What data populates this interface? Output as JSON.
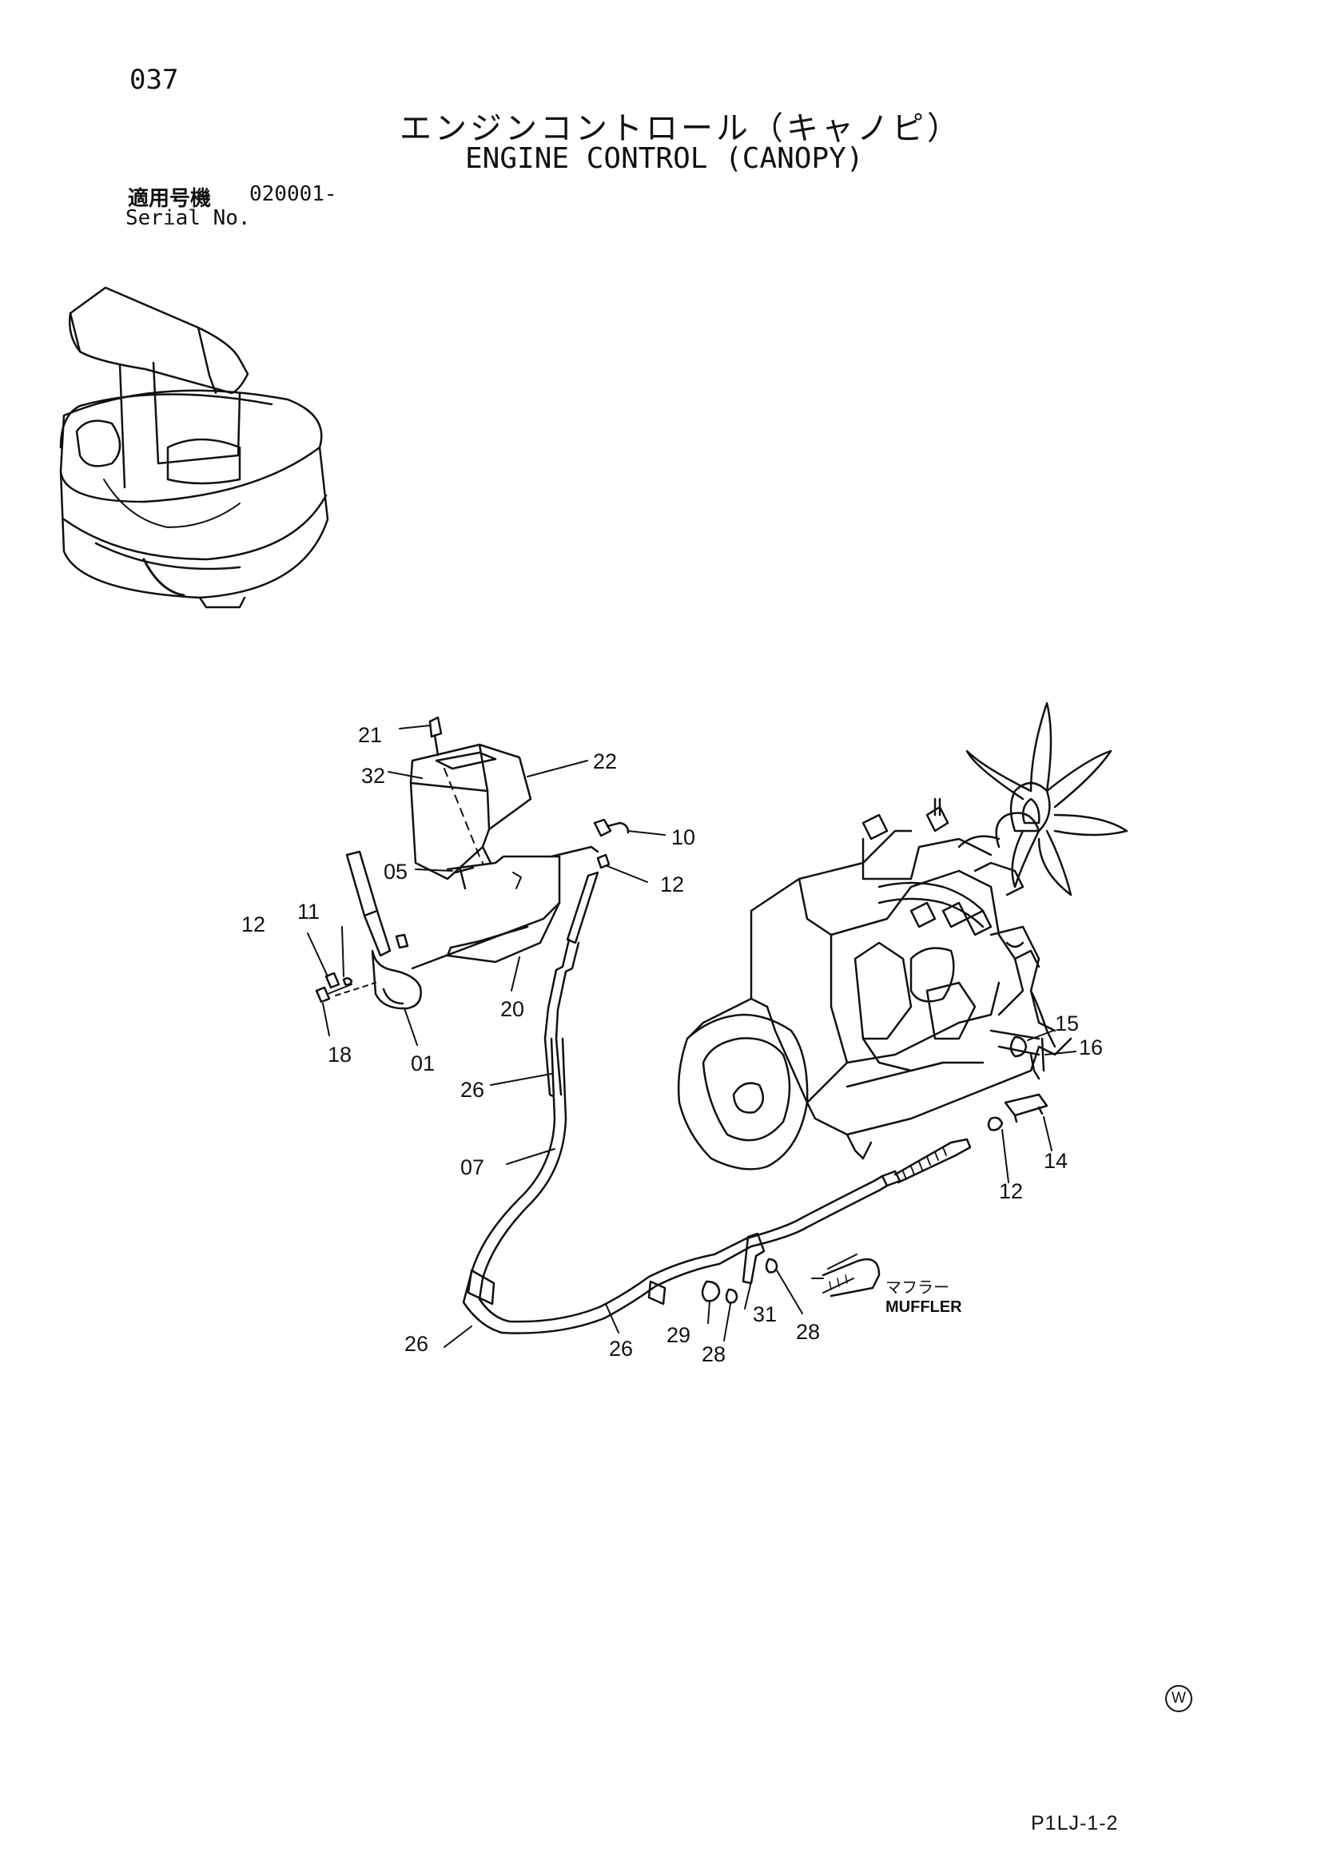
{
  "page_number": "037",
  "title_jp": "エンジンコントロール（キャノピ）",
  "title_en": "ENGINE CONTROL (CANOPY)",
  "serial": {
    "label_jp": "適用号機",
    "value": "020001-",
    "label_en": "Serial No."
  },
  "callouts": {
    "c21": "21",
    "c22": "22",
    "c32": "32",
    "c10": "10",
    "c05": "05",
    "c12a": "12",
    "c12b": "12",
    "c11": "11",
    "c12c": "12",
    "c20": "20",
    "c18": "18",
    "c01": "01",
    "c26a": "26",
    "c07": "07",
    "c26b": "26",
    "c26c": "26",
    "c29": "29",
    "c28a": "28",
    "c31": "31",
    "c28b": "28",
    "c15": "15",
    "c16": "16",
    "c14": "14"
  },
  "muffler_jp": "マフラー",
  "muffler_en": "MUFFLER",
  "corner_mark": "W",
  "page_code": "P1LJ-1-2"
}
